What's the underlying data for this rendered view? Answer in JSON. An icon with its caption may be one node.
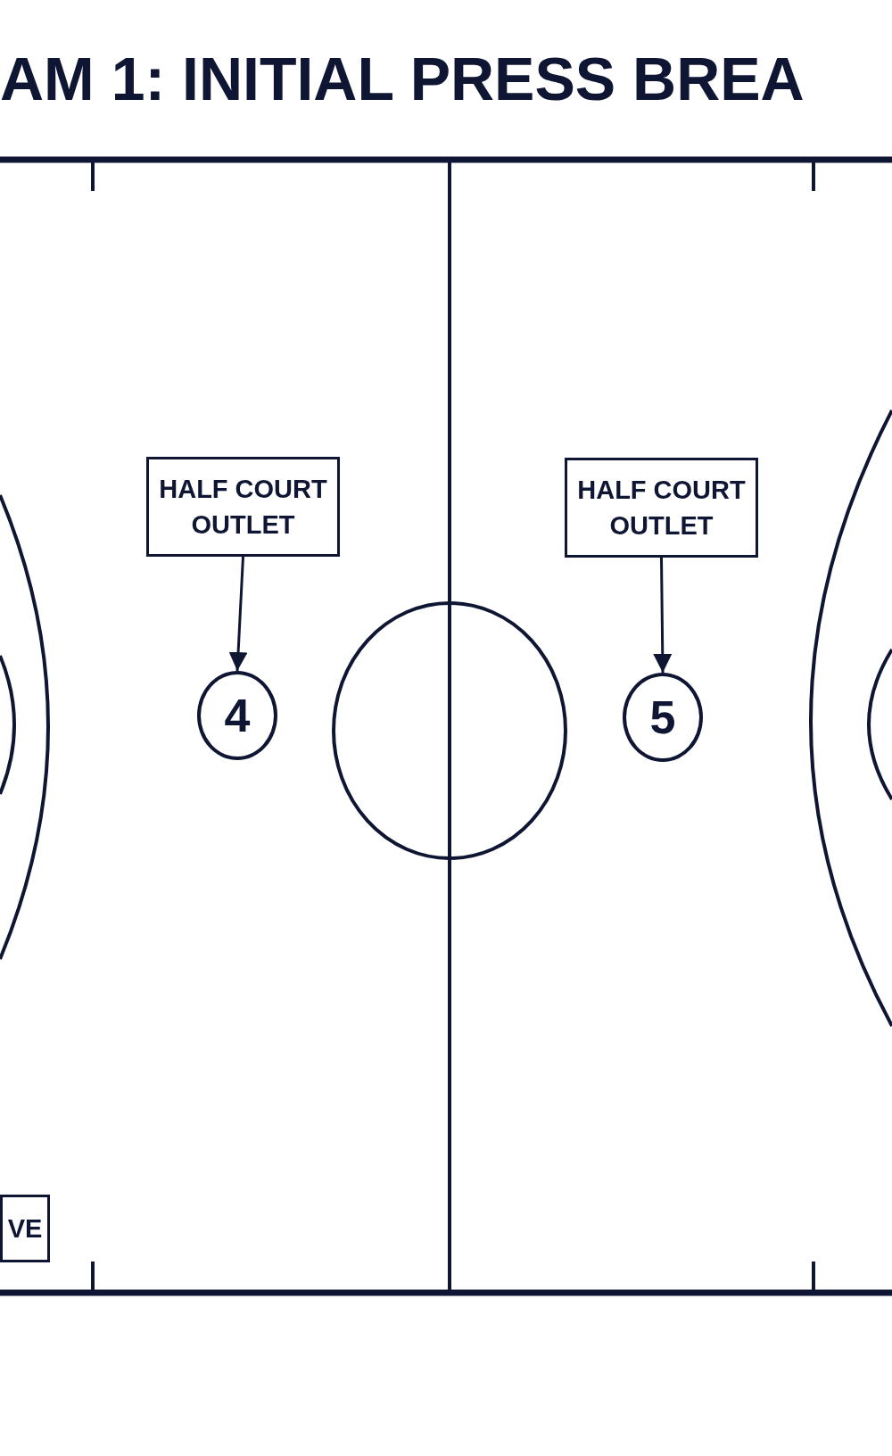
{
  "diagram": {
    "title": "AM 1: INITIAL PRESS BREA",
    "nodes": [
      {
        "text": [
          "HALF COURT OUTLET"
        ]
      },
      {
        "text": [
          "4"
        ]
      },
      {
        "text": [
          "HALF COURT OUTLET"
        ]
      },
      {
        "text": [
          "5"
        ]
      },
      {
        "text": [
          "VE"
        ]
      }
    ],
    "edges": [
      {
        "from": 0,
        "to": 1,
        "arrow": "to"
      },
      {
        "from": 2,
        "to": 3,
        "arrow": "to"
      }
    ]
  }
}
